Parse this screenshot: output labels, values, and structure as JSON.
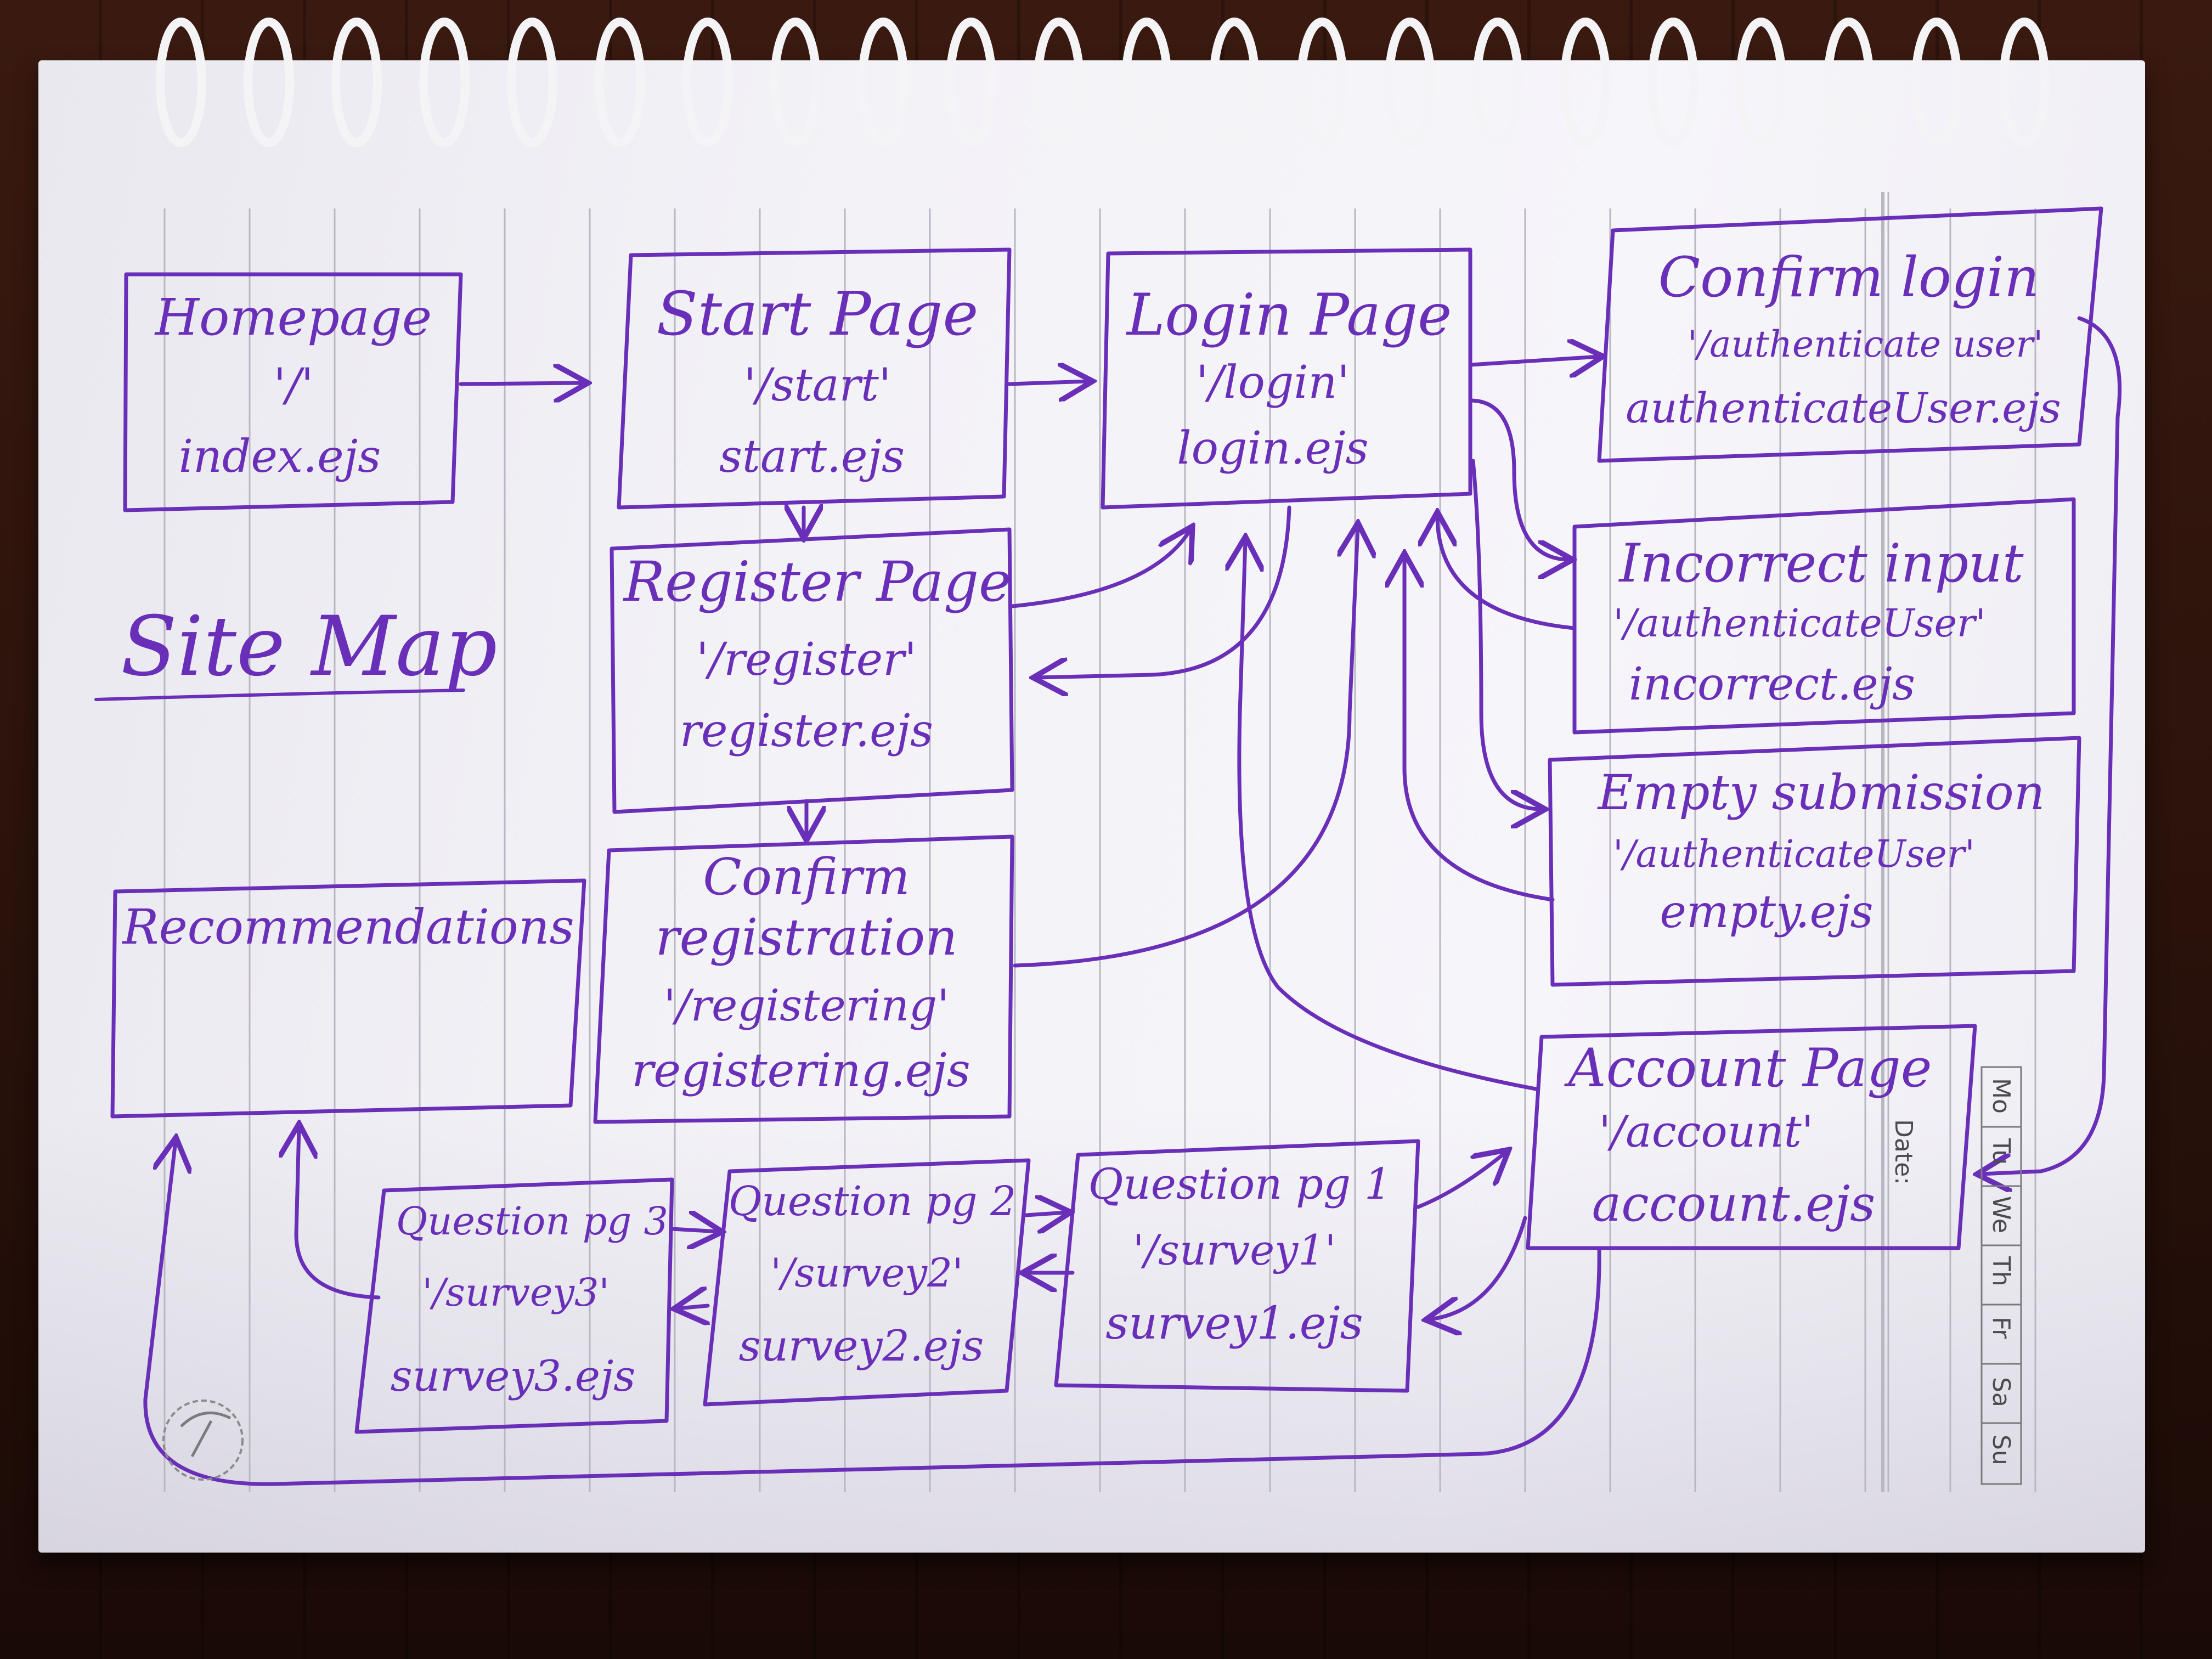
{
  "title": "Site Map",
  "nodes": {
    "homepage": {
      "name": "Homepage",
      "route": "'/'",
      "file": "index.ejs"
    },
    "start": {
      "name": "Start Page",
      "route": "'/start'",
      "file": "start.ejs"
    },
    "login": {
      "name": "Login Page",
      "route": "'/login'",
      "file": "login.ejs"
    },
    "confirm_login": {
      "name": "Confirm login",
      "route": "'/authenticate user'",
      "file": "authenticateUser.ejs"
    },
    "register": {
      "name": "Register Page",
      "route": "'/register'",
      "file": "register.ejs"
    },
    "incorrect": {
      "name": "Incorrect input",
      "route": "'/authenticateUser'",
      "file": "incorrect.ejs"
    },
    "empty": {
      "name": "Empty submission",
      "route": "'/authenticateUser'",
      "file": "empty.ejs"
    },
    "recommendations": {
      "name": "Recommendations"
    },
    "confirm_registration": {
      "name_line1": "Confirm",
      "name_line2": "registration",
      "route": "'/registering'",
      "file": "registering.ejs"
    },
    "account": {
      "name": "Account Page",
      "route": "'/account'",
      "file": "account.ejs"
    },
    "q3": {
      "name": "Question pg 3",
      "route": "'/survey3'",
      "file": "survey3.ejs"
    },
    "q2": {
      "name": "Question pg 2",
      "route": "'/survey2'",
      "file": "survey2.ejs"
    },
    "q1": {
      "name": "Question pg 1",
      "route": "'/survey1'",
      "file": "survey1.ejs"
    }
  },
  "notebook": {
    "date_label": "Date:",
    "days": [
      "Mo",
      "Tu",
      "We",
      "Th",
      "Fr",
      "Sa",
      "Su"
    ]
  },
  "colors": {
    "ink": "#6a2fb8",
    "paper": "#f3f2f7"
  }
}
